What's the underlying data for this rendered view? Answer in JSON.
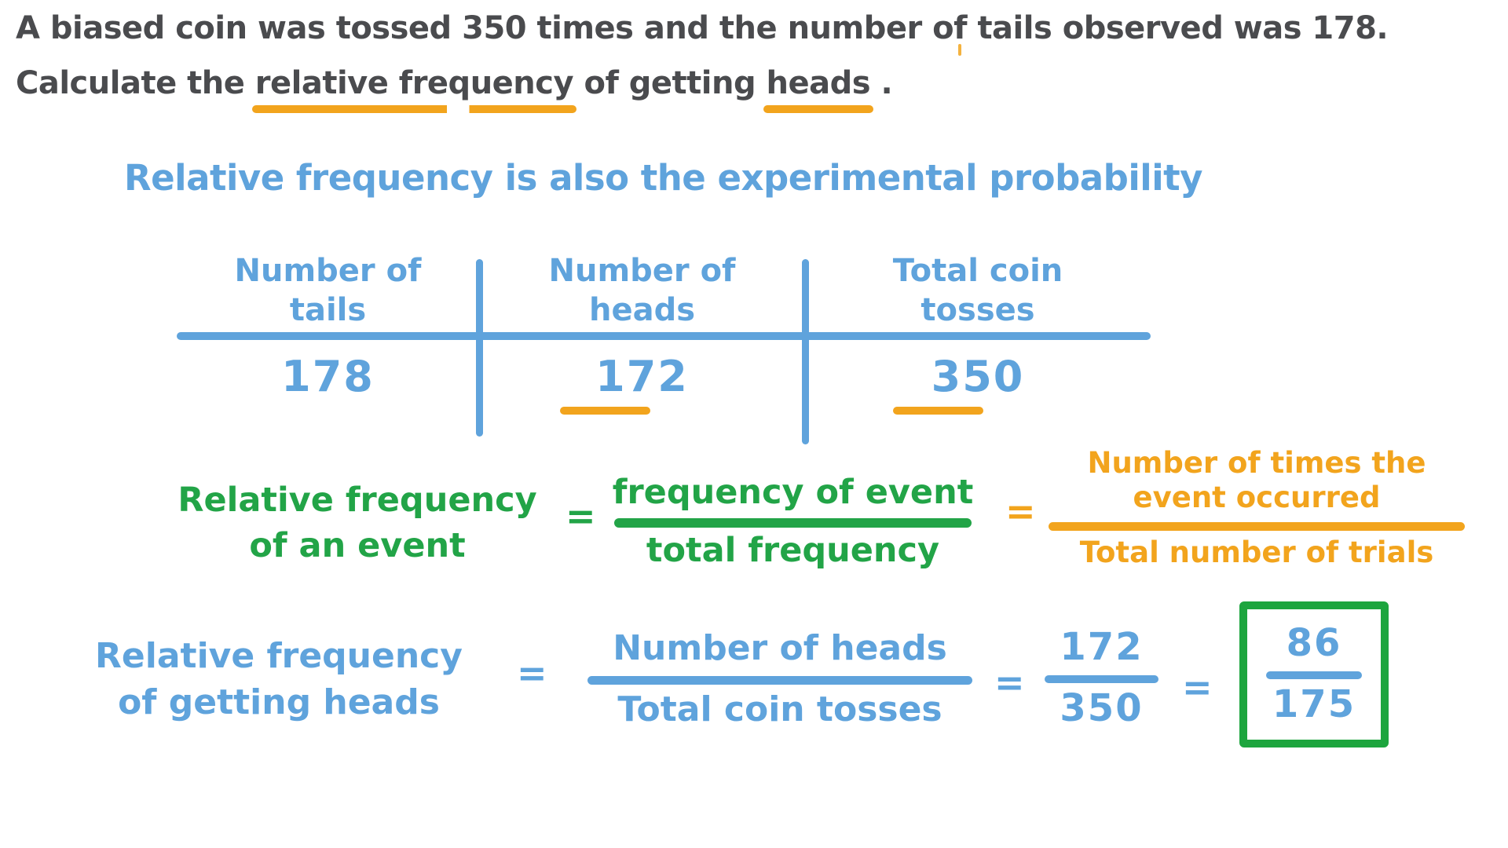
{
  "colors": {
    "ink": "#4a4b4e",
    "blue": "#5fa3dc",
    "green": "#22a447",
    "orange": "#f2a41d"
  },
  "problem": {
    "line1": "A biased coin was tossed 350 times and the number of tails observed was 178.",
    "line2_pre": "Calculate the ",
    "line2_underline1": "relative frequency",
    "line2_mid": " of getting ",
    "line2_underline2": "heads",
    "line2_post": " ."
  },
  "note": "Relative frequency is also the experimental probability",
  "table": {
    "columns": [
      {
        "header_line1": "Number of",
        "header_line2": "tails",
        "value": "178"
      },
      {
        "header_line1": "Number of",
        "header_line2": "heads",
        "value": "172"
      },
      {
        "header_line1": "Total coin",
        "header_line2": "tosses",
        "value": "350"
      }
    ]
  },
  "definition": {
    "lhs_line1": "Relative frequency",
    "lhs_line2": "of an event",
    "equals1": "=",
    "fraction1": {
      "numerator": "frequency of event",
      "denominator": "total frequency"
    },
    "equals2": "=",
    "fraction2": {
      "numerator_line1": "Number of times the",
      "numerator_line2": "event occurred",
      "denominator": "Total number of trials"
    }
  },
  "solution": {
    "lhs_line1": "Relative frequency",
    "lhs_line2": "of getting heads",
    "equals1": "=",
    "fraction1": {
      "numerator": "Number of heads",
      "denominator": "Total coin tosses"
    },
    "equals2": "=",
    "fraction2": {
      "numerator": "172",
      "denominator": "350"
    },
    "equals3": "=",
    "answer": {
      "numerator": "86",
      "denominator": "175"
    }
  }
}
